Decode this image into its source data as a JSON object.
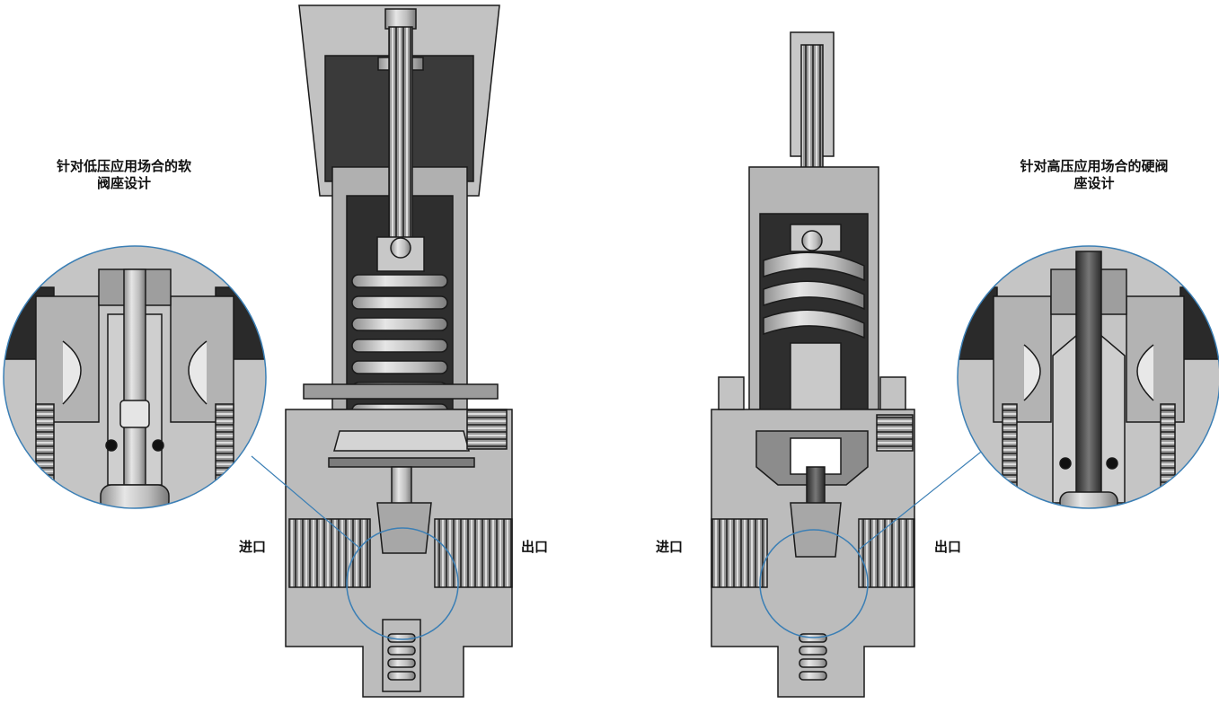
{
  "left": {
    "caption_line1": "针对低压应用场合的软",
    "caption_line2": "阀座设计",
    "inlet": "进口",
    "outlet": "出口"
  },
  "right": {
    "caption_line1": "针对高压应用场合的硬阀",
    "caption_line2": "座设计",
    "inlet": "进口",
    "outlet": "出口"
  },
  "colors": {
    "outline": "#1a1a1a",
    "metal": "#b9b9b9",
    "dark_metal": "#4a4a4a",
    "callout": "#3b7fb5"
  }
}
